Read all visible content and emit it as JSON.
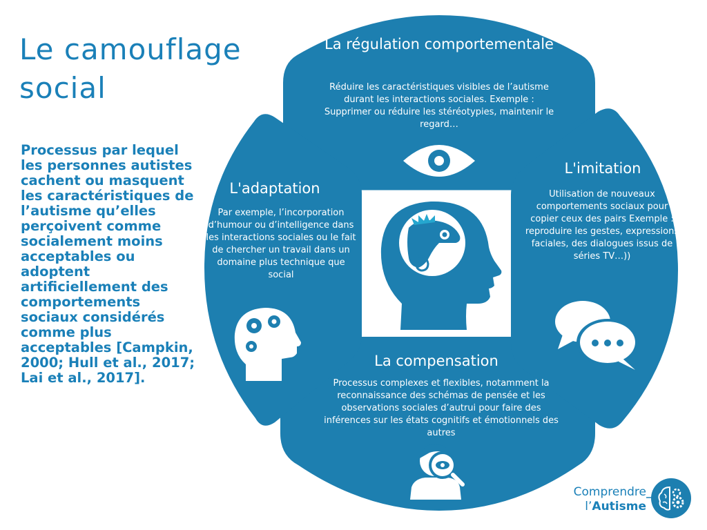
{
  "title": "Le camouflage social",
  "definition": "Processus par lequel les personnes autistes cachent ou masquent les caractéristiques de l’autisme qu’elles perçoivent comme socialement moins acceptables ou adoptent artificiellement des comportements sociaux considérés comme plus acceptables [Campkin, 2000; Hull et al., 2017; Lai et al., 2017].",
  "segments": {
    "regulation": {
      "title": "La régulation comportementale",
      "text": "Réduire les caractéristiques visibles de l’autisme durant les interactions sociales. Exemple : Supprimer ou réduire les stéréotypies, maintenir le regard…",
      "icon": "eye-icon"
    },
    "imitation": {
      "title": "L'imitation",
      "text": "Utilisation de nouveaux comportements sociaux pour copier ceux des pairs Exemple : reproduire les gestes, expressions faciales, des dialogues issus de séries TV…))",
      "icon": "speech-bubbles-icon"
    },
    "compensation": {
      "title": "La compensation",
      "text": "Processus complexes et flexibles, notamment la reconnaissance des schémas de pensée et les observations sociales d’autrui pour faire des inférences sur les états cognitifs et émotionnels des autres",
      "icon": "magnifier-person-icon"
    },
    "adaptation": {
      "title": "L'adaptation",
      "text": "Par exemple, l’incorporation d’humour ou d’intelligence dans les interactions sociales ou le fait de chercher un travail dans un domaine plus technique que social",
      "icon": "head-gears-icon"
    }
  },
  "center_icon": "chameleon-head-icon",
  "logo": {
    "line1": "Comprendre",
    "line2_prefix": "l’",
    "line2_bold": "Autisme",
    "icon": "brain-gear-logo-icon"
  },
  "colors": {
    "primary": "#1a80b8",
    "segment_fill": "#1d7fb0",
    "white": "#ffffff"
  }
}
